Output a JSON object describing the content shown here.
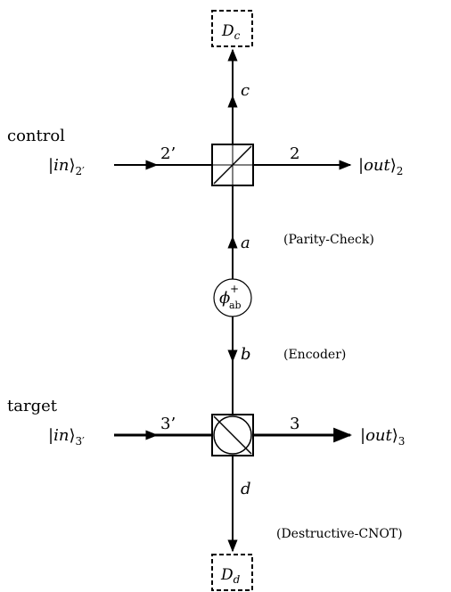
{
  "detectors": {
    "top": {
      "base": "D",
      "sub": "c"
    },
    "bottom": {
      "base": "D",
      "sub": "d"
    }
  },
  "modes": {
    "c": "c",
    "a": "a",
    "b": "b",
    "d": "d",
    "in_control": "2’",
    "out_control": "2",
    "in_target": "3’",
    "out_target": "3"
  },
  "labels": {
    "control": "control",
    "target": "target",
    "parity_check": "(Parity-Check)",
    "encoder": "(Encoder)",
    "destructive_cnot": "(Destructive-CNOT)"
  },
  "kets": {
    "in_control": {
      "bar": "|",
      "word": "in",
      "angle": "⟩",
      "sub": "2′"
    },
    "out_control": {
      "bar": "|",
      "word": "out",
      "angle": "⟩",
      "sub": "2"
    },
    "in_target": {
      "bar": "|",
      "word": "in",
      "angle": "⟩",
      "sub": "3′"
    },
    "out_target": {
      "bar": "|",
      "word": "out",
      "angle": "⟩",
      "sub": "3"
    }
  },
  "source": {
    "symbol": "ϕ",
    "sup": "+",
    "sub": "ab"
  }
}
